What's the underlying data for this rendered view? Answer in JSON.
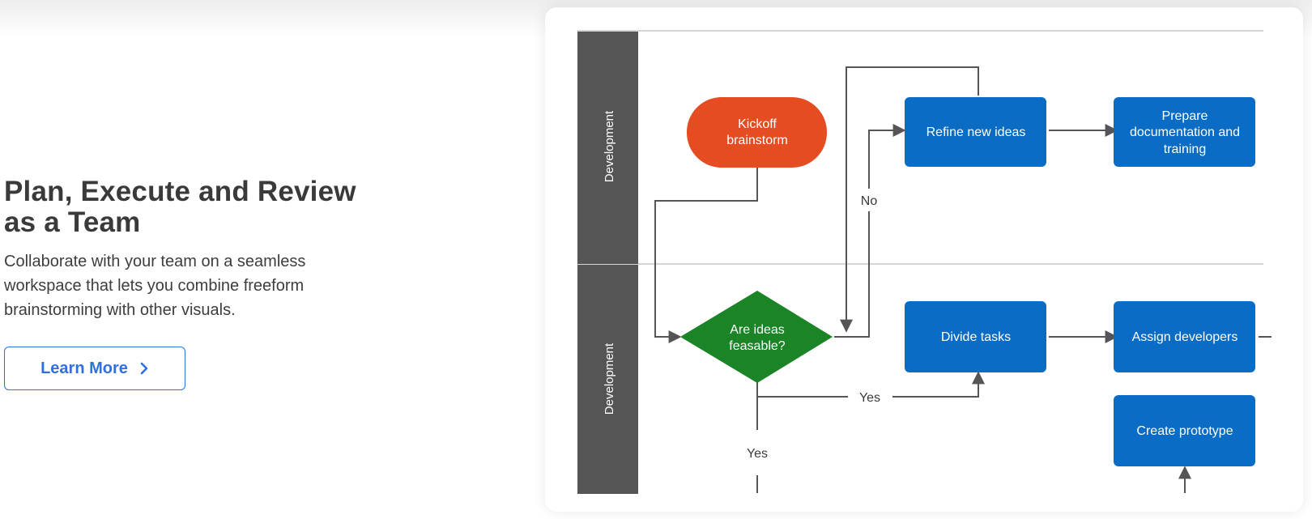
{
  "hero": {
    "title_line1": "Plan, Execute and Review",
    "title_line2": "as a Team",
    "description": "Collaborate with your team on a seamless workspace that lets you combine freeform brainstorming with other visuals.",
    "cta_label": "Learn More"
  },
  "diagram": {
    "lanes": [
      "Development",
      "Development"
    ],
    "nodes": {
      "kickoff_line1": "Kickoff",
      "kickoff_line2": "brainstorm",
      "refine": "Refine new ideas",
      "prepare_line1": "Prepare",
      "prepare_line2": "documentation and",
      "prepare_line3": "training",
      "decision_line1": "Are ideas",
      "decision_line2": "feasable?",
      "divide": "Divide tasks",
      "assign": "Assign developers",
      "prototype": "Create prototype"
    },
    "edge_labels": {
      "no": "No",
      "yes_right": "Yes",
      "yes_down": "Yes"
    },
    "colors": {
      "lane_header": "#555555",
      "kickoff": "#e64c21",
      "process": "#0a6cc4",
      "decision": "#1a8426",
      "connector": "#555555"
    }
  }
}
